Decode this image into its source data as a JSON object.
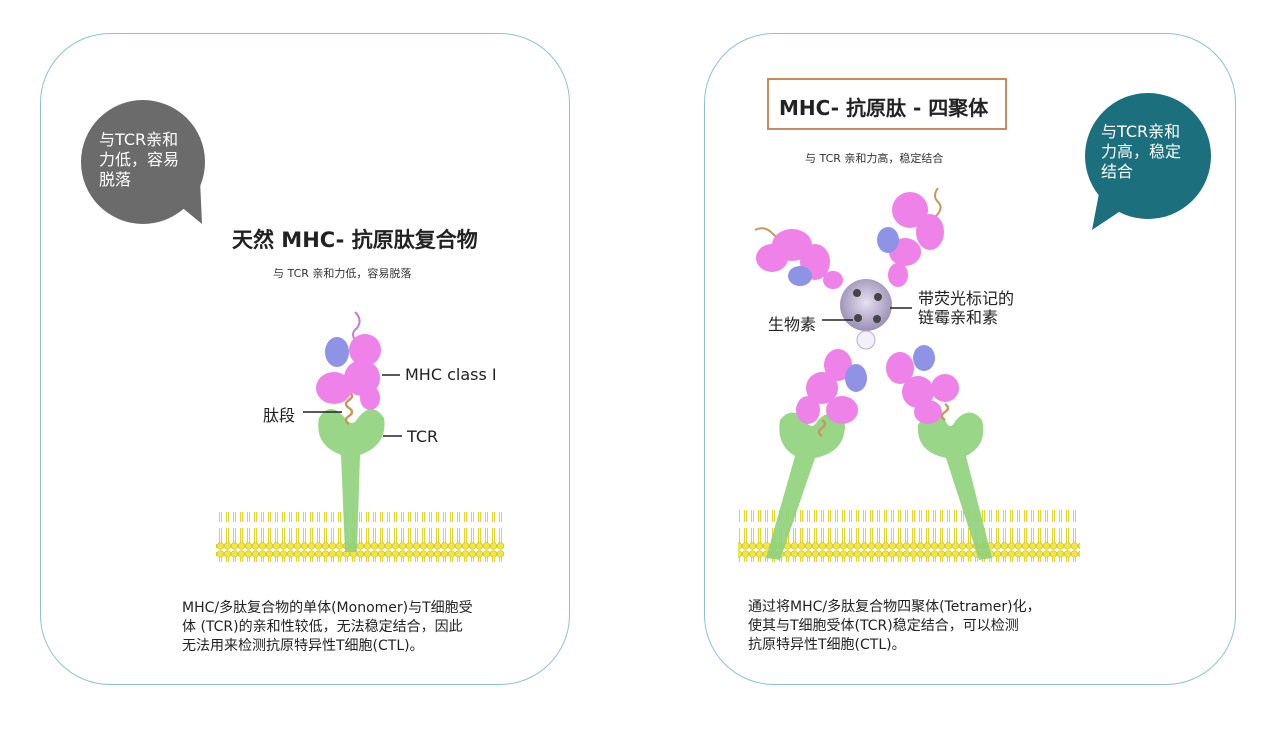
{
  "left": {
    "bubble_text": "与TCR亲和\n力低，容易\n脱落",
    "title": "天然 MHC- 抗原肽复合物",
    "subtitle": "与 TCR 亲和力低，容易脱落",
    "label_mhc": "MHC class I",
    "label_peptide": "肽段",
    "label_tcr": "TCR",
    "description": "MHC/多肽复合物的单体(Monomer)与T细胞受\n体 (TCR)的亲和性较低，无法稳定结合，因此\n无法用来检测抗原特异性T细胞(CTL)。"
  },
  "right": {
    "bubble_text": "与TCR亲和\n力高，稳定\n结合",
    "title": "MHC- 抗原肽 - 四聚体",
    "subtitle": "与 TCR 亲和力高，稳定结合",
    "label_streptavidin": "带荧光标记的\n链霉亲和素",
    "label_biotin": "生物素",
    "description": "通过将MHC/多肽复合物四聚体(Tetramer)化，\n使其与T细胞受体(TCR)稳定结合，可以检测\n抗原特异性T细胞(CTL)。"
  },
  "colors": {
    "border": "#8fc3cc",
    "bubble_left": "#6b6b6b",
    "bubble_right": "#1c6f7c",
    "title_box": "#c98a5c",
    "mhc": "#ee82e8",
    "peptide_blue": "#8f93e6",
    "tcr": "#8fd17a",
    "membrane": "#f2e640"
  }
}
